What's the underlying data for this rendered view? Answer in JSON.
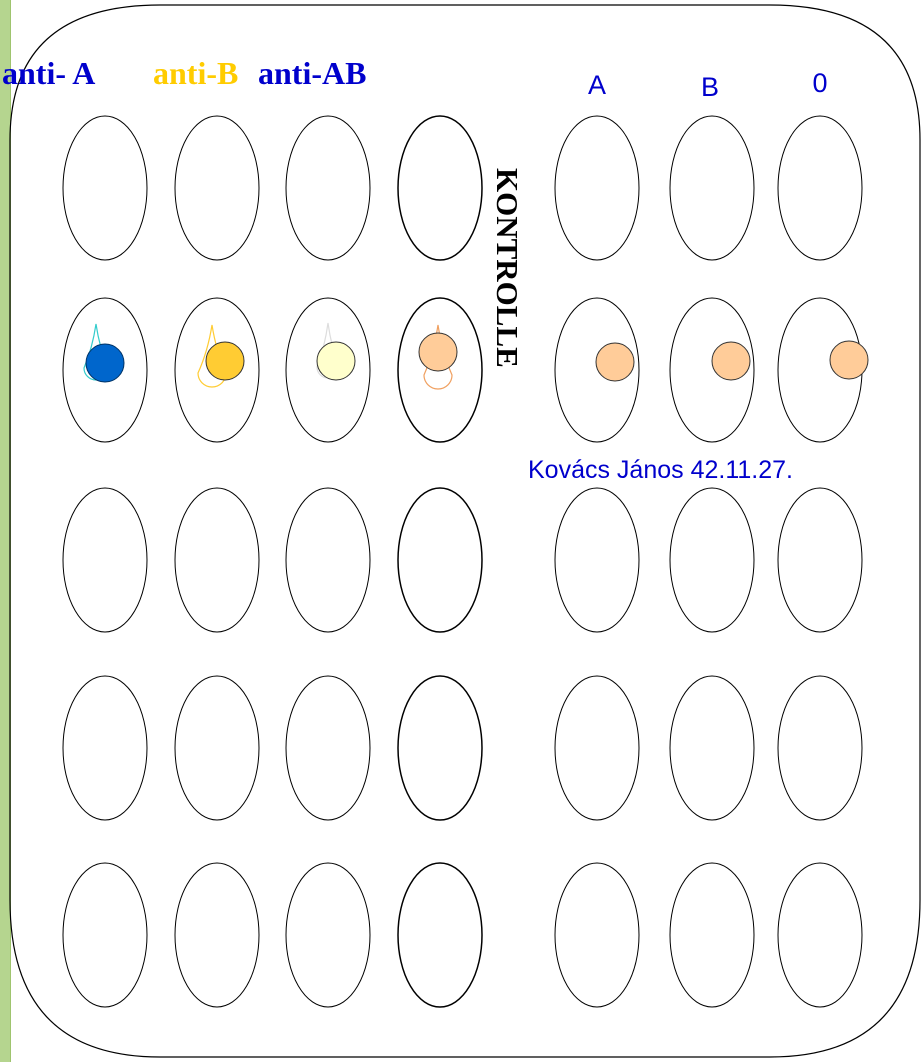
{
  "header": {
    "reagent_anti_a": "anti- A",
    "reagent_anti_b": "anti-B",
    "reagent_anti_ab": "anti-AB",
    "control_cell_a": "A",
    "control_cell_b": "B",
    "control_cell_0": "0"
  },
  "control_section_label": "KONTROLLE",
  "patient_label": "Kovács János 42.11.27.",
  "colors": {
    "anti_a_text": "#0000cc",
    "anti_b_text": "#ffcc00",
    "anti_ab_text": "#0000cc",
    "control_letters": "#0000cc",
    "patient_label": "#0000cc",
    "anti_a_drop": "#0066cc",
    "anti_a_outline": "#33cccc",
    "anti_b_drop": "#ffcc33",
    "anti_b_outline": "#ffcc33",
    "anti_ab_drop": "#ffffcc",
    "anti_ab_outline": "#dddddd",
    "blood_drop": "#ffcc99",
    "blood_outline": "#f0a060",
    "well_stroke": "#000000",
    "left_stripe": "#b5d58f"
  },
  "grid": {
    "rows": 5,
    "reagent_columns": 4,
    "control_columns": 3,
    "filled_row": 2
  }
}
